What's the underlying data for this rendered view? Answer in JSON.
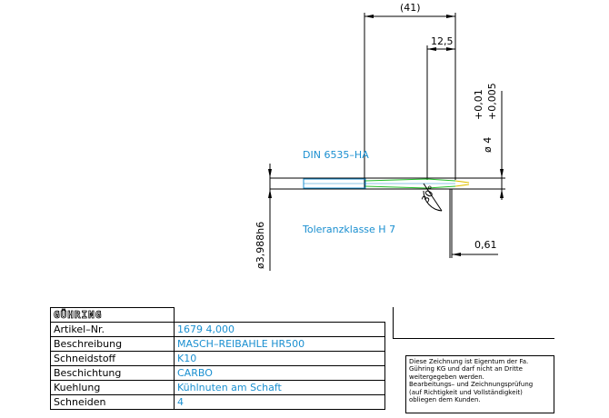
{
  "drawing": {
    "dim_overall": "(41)",
    "dim_shank": "12,5",
    "dim_diameter_head": "ø 4",
    "tol_upper": "+0,01",
    "tol_lower": "+0,005",
    "dim_diameter_shaft": "ø3,988h6",
    "dim_lead": "0,61",
    "angle": "30°",
    "standard_label": "DIN 6535–HA",
    "tolerance_label": "Toleranzklasse H 7"
  },
  "title_block": {
    "logo": "GÜHRING",
    "rows": [
      {
        "label": "Artikel–Nr.",
        "value": "1679 4,000"
      },
      {
        "label": "Beschreibung",
        "value": "MASCH–REIBAHLE HR500"
      },
      {
        "label": "Schneidstoff",
        "value": "K10"
      },
      {
        "label": "Beschichtung",
        "value": "CARBO"
      },
      {
        "label": "Kuehlung",
        "value": "Kühlnuten am Schaft"
      },
      {
        "label": "Schneiden",
        "value": "4"
      }
    ]
  },
  "notice": {
    "lines": [
      "Diese Zeichnung ist Eigentum der Fa.",
      "Gühring KG und darf nicht an Dritte",
      "weitergegeben werden.",
      "Bearbeitungs– und Zeichnungsprüfung",
      "(auf Richtigkeit und Vollständigkeit)",
      "obliegen dem Kunden."
    ]
  },
  "colors": {
    "cyan": "#1a8fd0",
    "green": "#22c02a",
    "yellow": "#e0c000",
    "ink": "#000000"
  }
}
